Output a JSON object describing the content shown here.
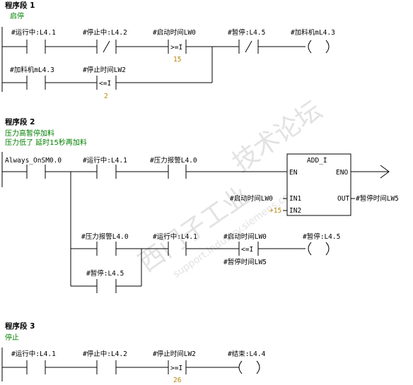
{
  "networks": [
    {
      "title": "程序段 1",
      "comments": [
        "启停"
      ],
      "elements": {
        "running": "#运行中:L4.1",
        "stopping": "#停止中:L4.2",
        "start_time": "#启动时间LW0",
        "start_time_op": ">=I",
        "start_time_val": "15",
        "pause": "#暂停:L4.5",
        "feeder_coil": "#加料机mL4.3",
        "feeder_latch": "#加料机mL4.3",
        "stop_time": "#停止时间LW2",
        "stop_time_op": "<=I",
        "stop_time_val": "2"
      }
    },
    {
      "title": "程序段 2",
      "comments": [
        "压力高暂停加料",
        "压力低了 延时15秒再加料"
      ],
      "elements": {
        "always_on": "Always_OnSM0.0",
        "running": "#运行中:L4.1",
        "pressure_alarm": "#压力报警L4.0",
        "add_block": "ADD_I",
        "en": "EN",
        "eno": "ENO",
        "in1_label": "#启动时间LW0",
        "in1": "IN1",
        "in2_value": "+15",
        "in2": "IN2",
        "out": "OUT",
        "out_label": "#暂停时间LW5",
        "pressure_alarm_2": "#压力报警L4.0",
        "running_2": "#运行中:L4.1",
        "start_time": "#启动时间LW0",
        "cmp_op": "<=I",
        "pause_time": "#暂停时间LW5",
        "pause_coil": "#暂停:L4.5",
        "pause_latch": "#暂停:L4.5"
      }
    },
    {
      "title": "程序段 3",
      "comments": [
        "停止"
      ],
      "elements": {
        "running": "#运行中:L4.1",
        "stopping": "#停止中:L4.2",
        "stop_time": "#停止时间LW2",
        "stop_time_op": ">=I",
        "stop_time_val": "26",
        "end_coil": "#结束:L4.4"
      }
    }
  ],
  "colors": {
    "comment": "#008000",
    "constant": "#b8860b",
    "wire": "#000000"
  }
}
